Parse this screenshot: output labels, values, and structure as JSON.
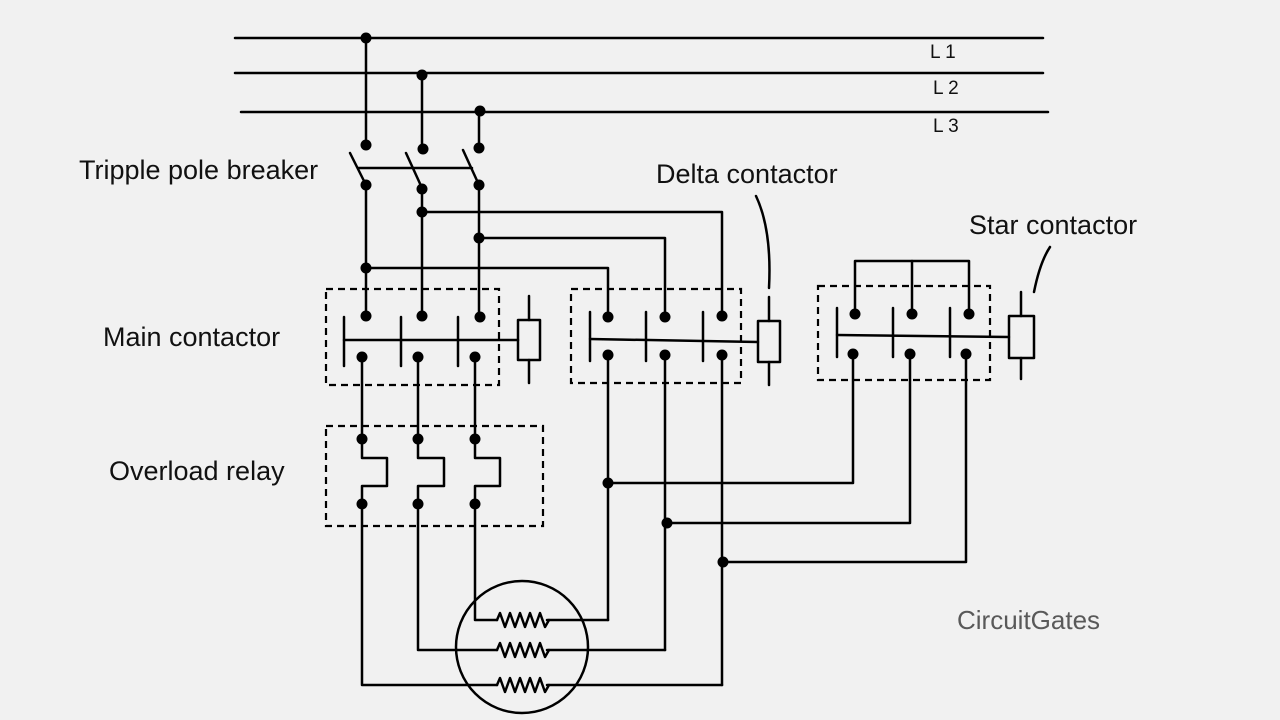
{
  "lines": {
    "l1": "L 1",
    "l2": "L 2",
    "l3": "L 3"
  },
  "labels": {
    "breaker": "Tripple pole breaker",
    "delta": "Delta contactor",
    "star": "Star contactor",
    "main": "Main contactor",
    "overload": "Overload relay"
  },
  "brand": "CircuitGates"
}
